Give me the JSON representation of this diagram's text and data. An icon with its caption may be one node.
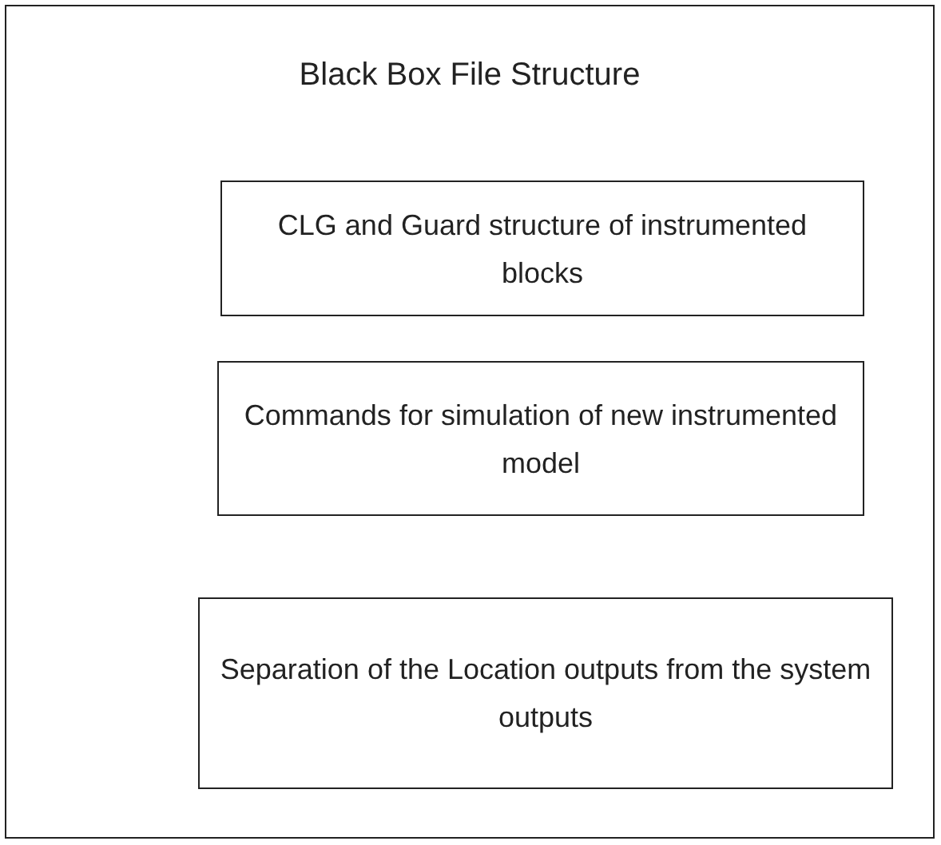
{
  "diagram": {
    "nodes": [
      {
        "text": [
          "Black Box File Structure"
        ]
      },
      {
        "text": [
          "CLG and Guard structure of instrumented blocks"
        ],
        "in": 0
      },
      {
        "text": [
          "Commands for simulation of new instrumented model"
        ],
        "in": 0
      },
      {
        "text": [
          "Separation of the Location outputs from the system outputs"
        ],
        "in": 0
      }
    ]
  }
}
